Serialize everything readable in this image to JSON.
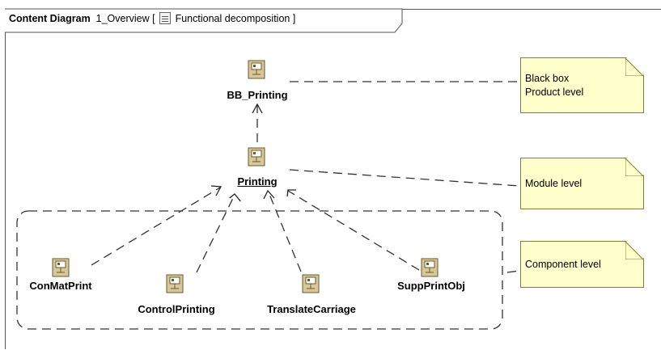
{
  "header": {
    "kind": "Content Diagram",
    "name": "1_Overview",
    "bracket_open": "[",
    "subtitle": "Functional decomposition",
    "bracket_close": "]"
  },
  "nodes": {
    "bb_printing": "BB_Printing",
    "printing": "Printing",
    "conmatprint": "ConMatPrint",
    "controlprinting": "ControlPrinting",
    "translatecarriage": "TranslateCarriage",
    "suppprintobj": "SuppPrintObj"
  },
  "notes": {
    "black_box": {
      "line1": "Black box",
      "line2": "Product level"
    },
    "module": {
      "line1": "Module level"
    },
    "component": {
      "line1": "Component level"
    }
  },
  "colors": {
    "note_fill": "#ffffcc",
    "note_border": "#8a7a3c",
    "icon_fill": "#d8c79a",
    "icon_stroke": "#6a5a28",
    "line": "#333333"
  },
  "icons": {
    "node": "function-icon",
    "header": "diagram-icon"
  }
}
